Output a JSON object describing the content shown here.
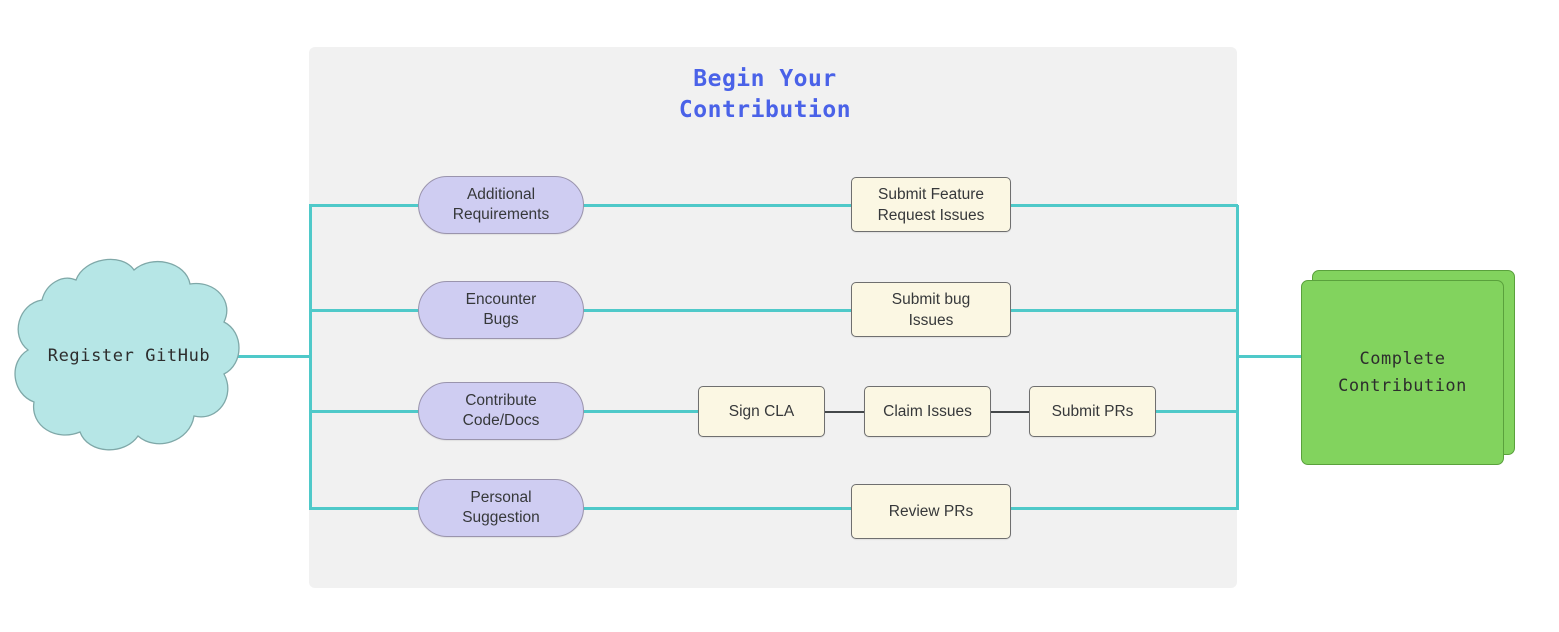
{
  "diagram": {
    "title": "Begin Your\nContribution",
    "title_color": "#4a62e8",
    "panel_color": "#f1f1f1",
    "connector_color": "#4fc9c9",
    "connector_dark_color": "#44484a",
    "start": {
      "label": "Register GitHub",
      "shape": "cloud",
      "fill": "#b6e6e6",
      "stroke": "#7fa8a8"
    },
    "end": {
      "label": "Complete\nContribution",
      "shape": "stacked-rectangle",
      "fill": "#82d35e",
      "stroke": "#5aa13c"
    },
    "branches": [
      {
        "trigger": "Additional\nRequirements",
        "action": "Submit Feature\nRequest Issues",
        "steps": []
      },
      {
        "trigger": "Encounter\nBugs",
        "action": "Submit bug\nIssues",
        "steps": []
      },
      {
        "trigger": "Contribute\nCode/Docs",
        "action": null,
        "steps": [
          "Sign CLA",
          "Claim Issues",
          "Submit PRs"
        ]
      },
      {
        "trigger": "Personal\nSuggestion",
        "action": "Review PRs",
        "steps": []
      }
    ],
    "node_styles": {
      "trigger_fill": "#cfcdf2",
      "trigger_stroke": "#9a94ad",
      "action_fill": "#fbf7e3",
      "action_stroke": "#6f6f6f"
    }
  }
}
